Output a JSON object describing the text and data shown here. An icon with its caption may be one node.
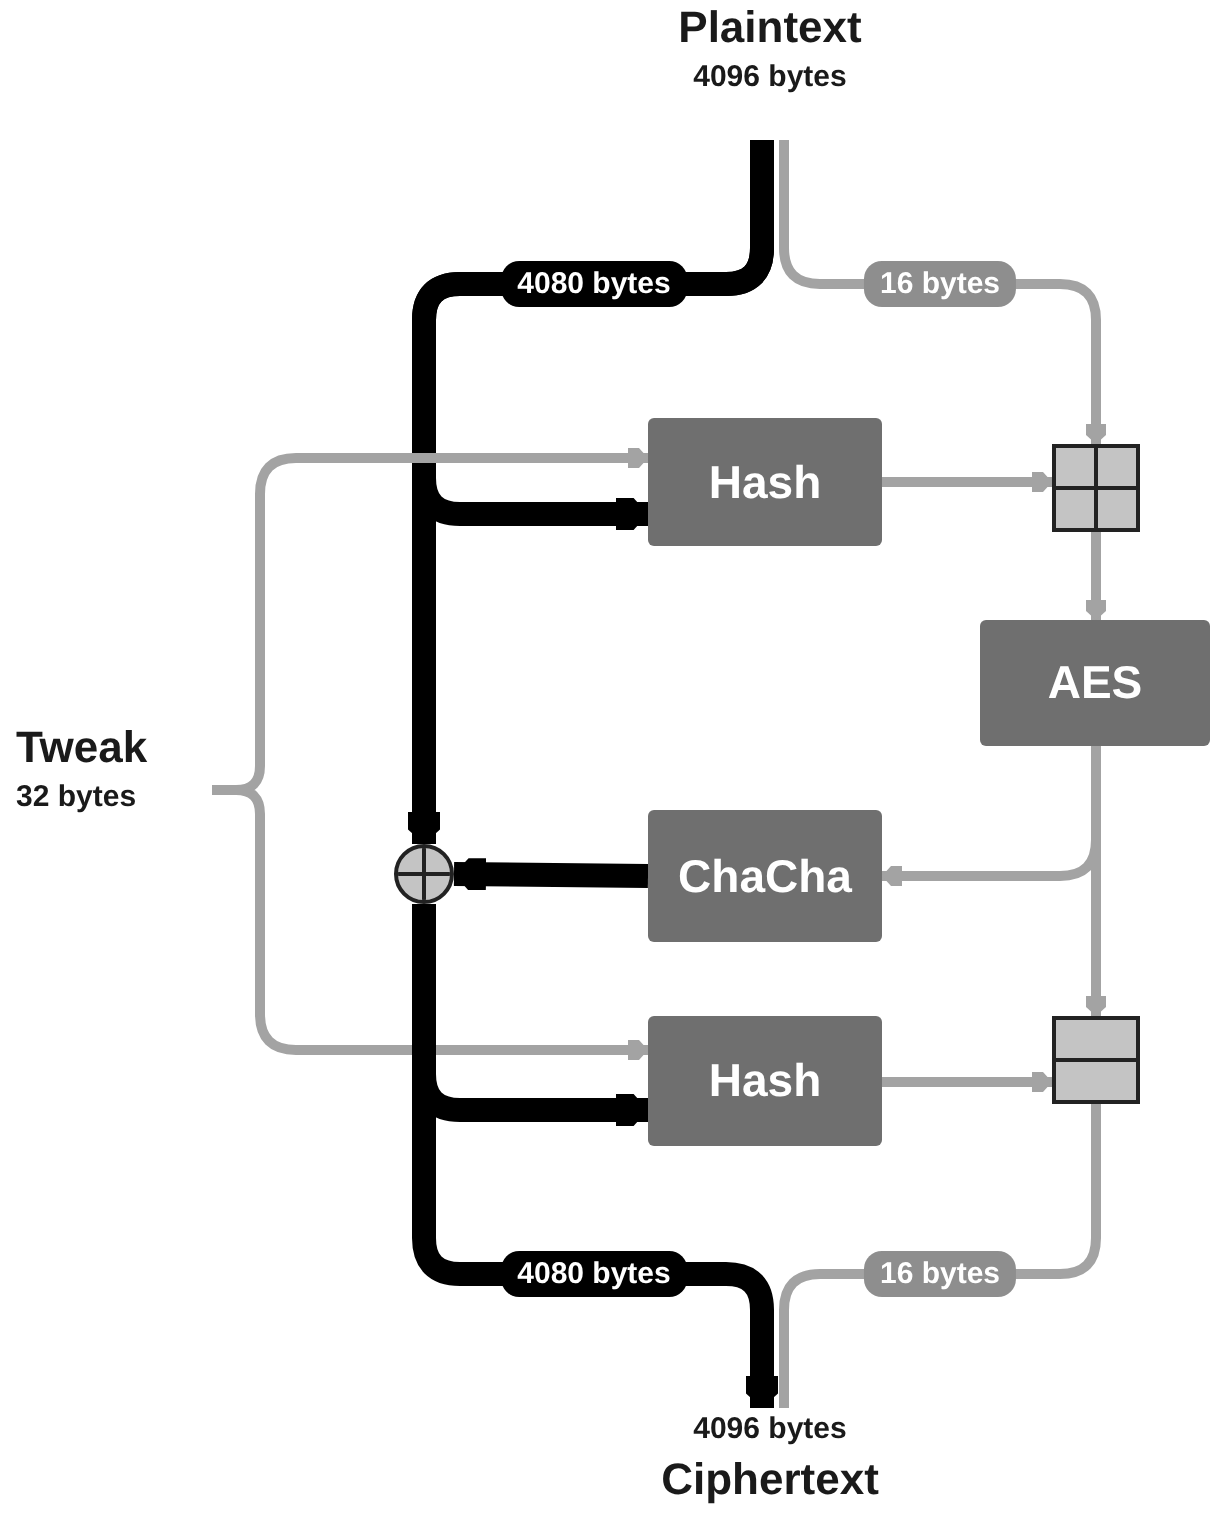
{
  "diagram": {
    "nodes": [
      {
        "text": [
          "Plaintext",
          "4096 bytes"
        ]
      },
      {
        "text": [
          "Tweak",
          "32 bytes"
        ]
      },
      {
        "text": [
          "Hash"
        ]
      },
      {
        "text": [],
        "shape": "box"
      },
      {
        "text": [
          "AES"
        ]
      },
      {
        "text": [],
        "shape": "circle"
      },
      {
        "text": [
          "ChaCha"
        ]
      },
      {
        "text": [
          "Hash"
        ]
      },
      {
        "text": [],
        "shape": "box"
      },
      {
        "text": [
          "4096 bytes",
          "Ciphertext"
        ]
      }
    ],
    "edges": [
      {
        "from": 0,
        "to": 5,
        "arrow": "to",
        "label": "4080 bytes",
        "style": "thick",
        "color": "#000000"
      },
      {
        "from": 0,
        "to": 3,
        "arrow": "to",
        "label": "16 bytes"
      },
      {
        "from": 0,
        "to": 2,
        "arrow": "to",
        "style": "thick",
        "color": "#000000"
      },
      {
        "from": 1,
        "to": 2,
        "arrow": "to"
      },
      {
        "from": 1,
        "to": 7,
        "arrow": "to"
      },
      {
        "from": 2,
        "to": 3,
        "arrow": "to"
      },
      {
        "from": 3,
        "to": 4,
        "arrow": "to"
      },
      {
        "from": 4,
        "to": 6,
        "arrow": "to"
      },
      {
        "from": 4,
        "to": 8,
        "arrow": "to"
      },
      {
        "from": 6,
        "to": 5,
        "arrow": "to",
        "style": "thick",
        "color": "#000000"
      },
      {
        "from": 5,
        "to": 7,
        "arrow": "to",
        "style": "thick",
        "color": "#000000"
      },
      {
        "from": 5,
        "to": 9,
        "arrow": "to",
        "label": "4080 bytes",
        "style": "thick",
        "color": "#000000"
      },
      {
        "from": 7,
        "to": 8,
        "arrow": "to"
      },
      {
        "from": 8,
        "to": 9,
        "arrow": "none",
        "label": "16 bytes"
      }
    ]
  }
}
